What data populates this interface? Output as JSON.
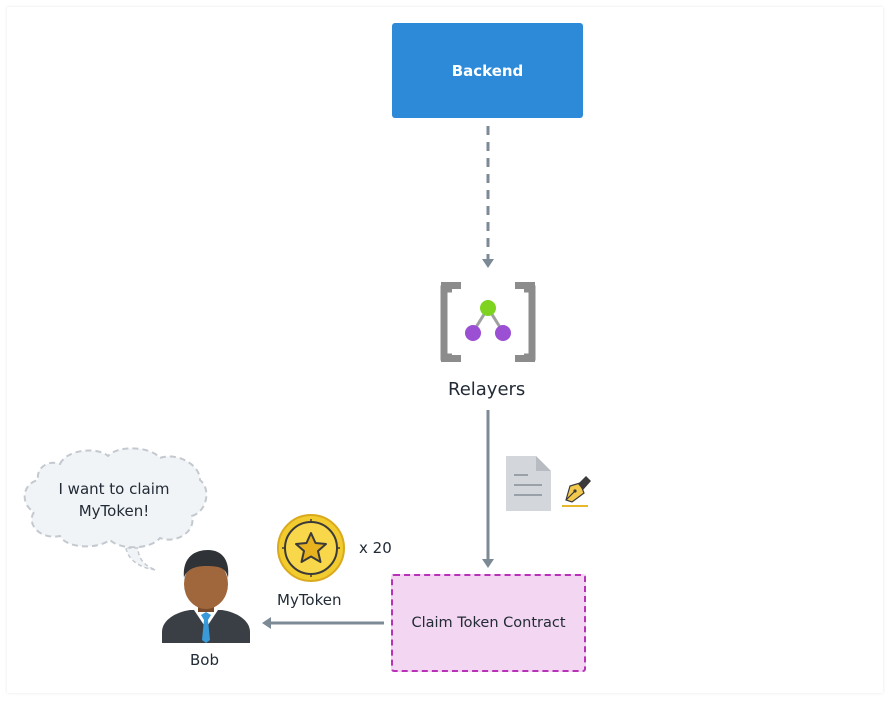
{
  "colors": {
    "backend_fill": "#2c8ad9",
    "contract_fill": "#f2d6f2",
    "contract_border": "#b832b8",
    "arrow": "#7c8a96",
    "text": "#222b36",
    "coin": "#f2cc2e",
    "relayer_top_node": "#7ed321",
    "relayer_bottom_nodes": "#9b4fd3"
  },
  "nodes": {
    "backend": {
      "label": "Backend"
    },
    "relayers": {
      "label": "Relayers",
      "icon": "relayer-network-icon"
    },
    "contract": {
      "label": "Claim Token Contract"
    },
    "token": {
      "label": "MyToken",
      "amount": "x 20",
      "icon": "gold-coin-star-icon"
    },
    "user": {
      "label": "Bob",
      "icon": "businessman-avatar-icon"
    }
  },
  "thought": {
    "line1": "I want to claim",
    "line2": "MyToken!"
  },
  "signature": {
    "document_icon": "document-icon",
    "pen_icon": "fountain-pen-icon"
  },
  "edges": [
    {
      "from": "Backend",
      "to": "Relayers",
      "style": "dashed"
    },
    {
      "from": "Relayers",
      "to": "Claim Token Contract",
      "style": "solid"
    },
    {
      "from": "Claim Token Contract",
      "to": "Bob",
      "style": "solid"
    }
  ]
}
